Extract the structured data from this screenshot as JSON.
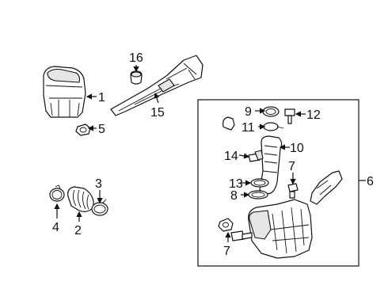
{
  "diagram": {
    "group_label": "6",
    "callouts": [
      {
        "id": "c1",
        "text": "1"
      },
      {
        "id": "c2",
        "text": "2"
      },
      {
        "id": "c3",
        "text": "3"
      },
      {
        "id": "c4",
        "text": "4"
      },
      {
        "id": "c5",
        "text": "5"
      },
      {
        "id": "c7a",
        "text": "7"
      },
      {
        "id": "c7b",
        "text": "7"
      },
      {
        "id": "c8",
        "text": "8"
      },
      {
        "id": "c9",
        "text": "9"
      },
      {
        "id": "c10",
        "text": "10"
      },
      {
        "id": "c11",
        "text": "11"
      },
      {
        "id": "c12",
        "text": "12"
      },
      {
        "id": "c13",
        "text": "13"
      },
      {
        "id": "c14",
        "text": "14"
      },
      {
        "id": "c15",
        "text": "15"
      },
      {
        "id": "c16",
        "text": "16"
      }
    ]
  }
}
